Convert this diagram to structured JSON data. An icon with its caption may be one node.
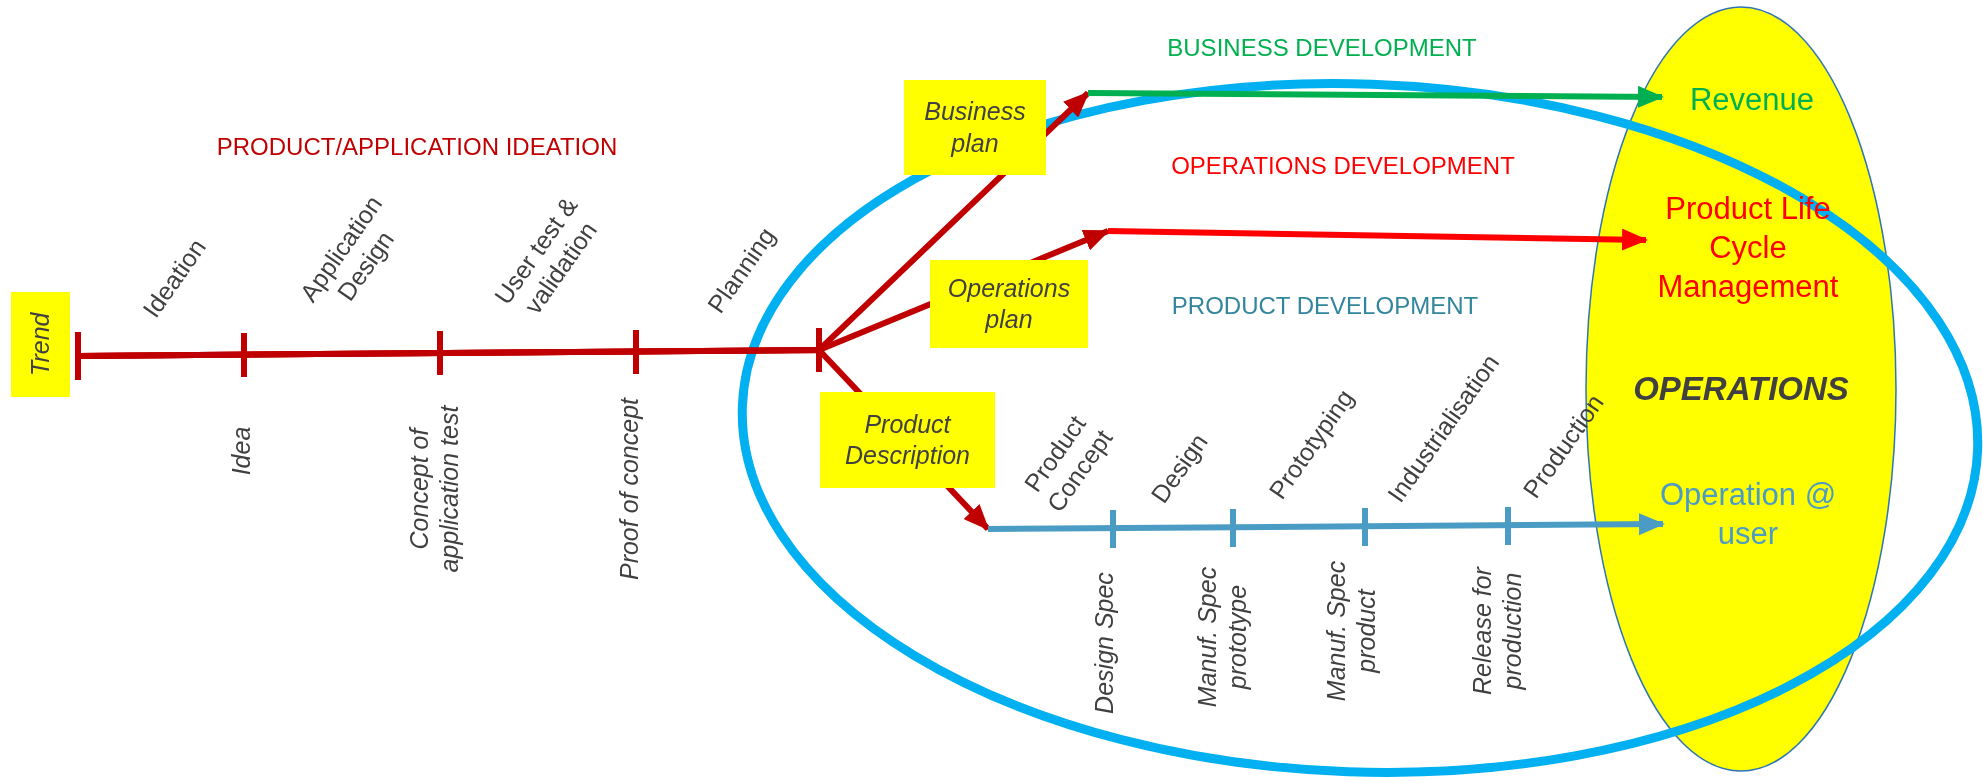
{
  "diagram": {
    "nodes": [
      {
        "text": [
          "Trend"
        ]
      },
      {
        "text": [
          "Business plan"
        ]
      },
      {
        "text": [
          "Operations plan"
        ]
      },
      {
        "text": [
          "Product Description"
        ]
      },
      {
        "text": [
          "OPERATIONS"
        ]
      },
      {
        "text": [
          "Revenue"
        ],
        "in": 4
      },
      {
        "text": [
          "Product Life Cycle Management"
        ],
        "in": 4
      },
      {
        "text": [
          "Operation @ user"
        ],
        "in": 4
      }
    ],
    "edges": [
      {
        "from": 0,
        "to": 1,
        "arrow": "to"
      },
      {
        "from": 0,
        "to": 2,
        "arrow": "to"
      },
      {
        "from": 0,
        "to": 3,
        "arrow": "to"
      },
      {
        "from": 1,
        "to": 5,
        "arrow": "to",
        "color": "#00b050"
      },
      {
        "from": 2,
        "to": 6,
        "arrow": "to",
        "color": "#ff0000"
      },
      {
        "from": 3,
        "to": 7,
        "arrow": "to",
        "color": "#4a9cc4"
      }
    ],
    "labels": [
      "PRODUCT/APPLICATION IDEATION",
      "BUSINESS DEVELOPMENT",
      "OPERATIONS DEVELOPMENT",
      "PRODUCT DEVELOPMENT",
      "Ideation",
      "Application Design",
      "User test & validation",
      "Planning",
      "Idea",
      "Concept of application test",
      "Proof of concept",
      "Product Concept",
      "Design",
      "Prototyping",
      "Industrialisation",
      "Production",
      "Design Spec",
      "Manuf. Spec prototype",
      "Manuf. Spec product",
      "Release for production"
    ]
  }
}
